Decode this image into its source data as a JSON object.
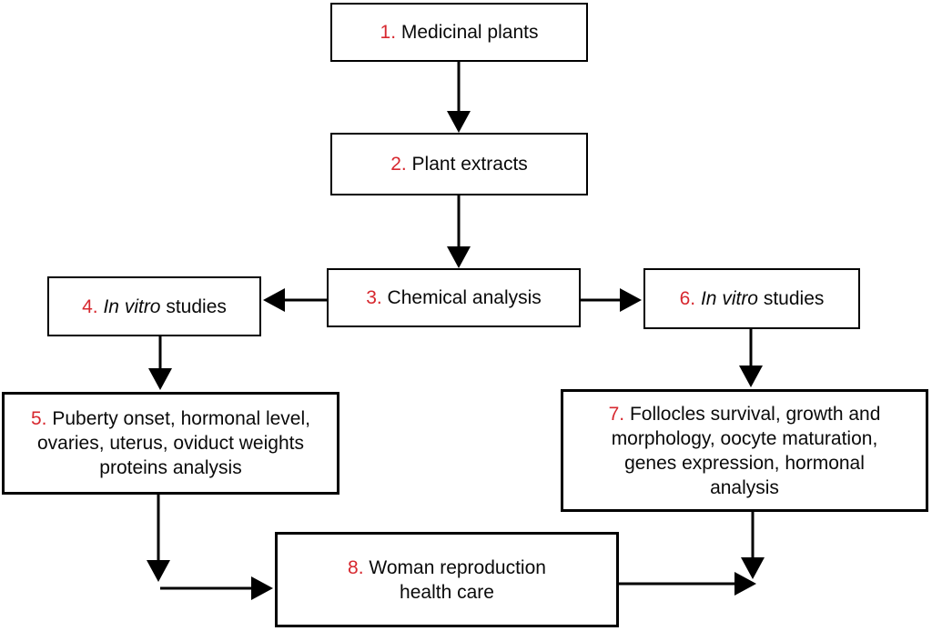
{
  "diagram": {
    "title": "Medicinal plants to woman reproduction health care workflow",
    "colors": {
      "number_red": "#d7282f",
      "line_black": "#000000",
      "background": "#ffffff"
    },
    "boxes": [
      {
        "id": "1",
        "number": "1.",
        "pre": " Medicinal plants"
      },
      {
        "id": "2",
        "number": "2.",
        "pre": " Plant extracts"
      },
      {
        "id": "3",
        "number": "3.",
        "pre": " Chemical analysis"
      },
      {
        "id": "4",
        "number": "4.",
        "pre": " ",
        "italic": "In vitro",
        "post": " studies"
      },
      {
        "id": "5",
        "number": "5.",
        "pre": " Puberty onset, hormonal level, ovaries, uterus, oviduct weights proteins analysis"
      },
      {
        "id": "6",
        "number": "6.",
        "pre": " ",
        "italic": "In vitro",
        "post": " studies"
      },
      {
        "id": "7",
        "number": "7.",
        "pre": " Follocles survival, growth and morphology, oocyte maturation, genes expression, hormonal analysis"
      },
      {
        "id": "8",
        "number": "8.",
        "pre": " Woman reproduction health care"
      }
    ],
    "connections": [
      {
        "from": "1",
        "to": "2"
      },
      {
        "from": "2",
        "to": "3"
      },
      {
        "from": "3",
        "to": "4"
      },
      {
        "from": "3",
        "to": "6"
      },
      {
        "from": "4",
        "to": "5"
      },
      {
        "from": "6",
        "to": "7"
      },
      {
        "from": "5",
        "to": "8"
      },
      {
        "from": "7",
        "to": "8"
      }
    ]
  }
}
